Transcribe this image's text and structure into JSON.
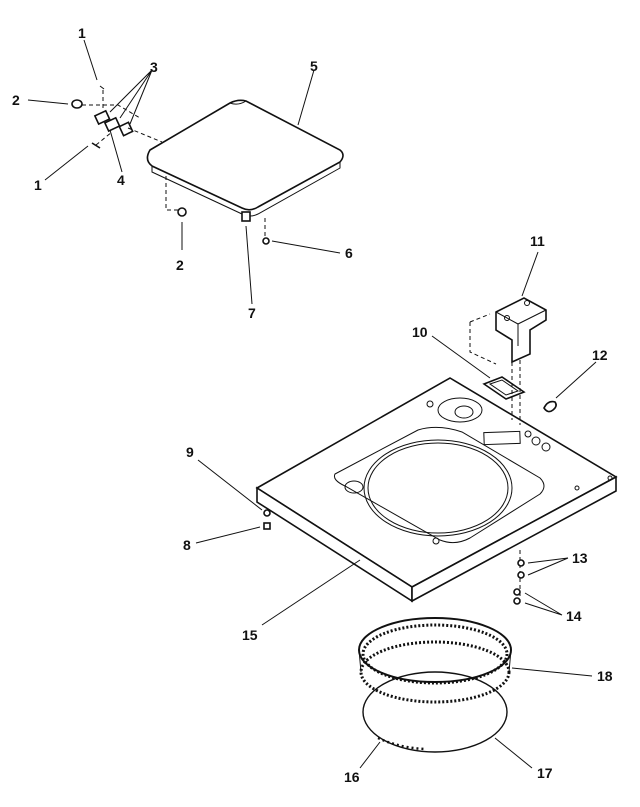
{
  "callouts": [
    {
      "id": "c1a",
      "text": "1"
    },
    {
      "id": "c1b",
      "text": "1"
    },
    {
      "id": "c2a",
      "text": "2"
    },
    {
      "id": "c2b",
      "text": "2"
    },
    {
      "id": "c3",
      "text": "3"
    },
    {
      "id": "c4",
      "text": "4"
    },
    {
      "id": "c5",
      "text": "5"
    },
    {
      "id": "c6",
      "text": "6"
    },
    {
      "id": "c7",
      "text": "7"
    },
    {
      "id": "c8",
      "text": "8"
    },
    {
      "id": "c9",
      "text": "9"
    },
    {
      "id": "c10",
      "text": "10"
    },
    {
      "id": "c11",
      "text": "11"
    },
    {
      "id": "c12",
      "text": "12"
    },
    {
      "id": "c13",
      "text": "13"
    },
    {
      "id": "c14",
      "text": "14"
    },
    {
      "id": "c15",
      "text": "15"
    },
    {
      "id": "c16",
      "text": "16"
    },
    {
      "id": "c17",
      "text": "17"
    },
    {
      "id": "c18",
      "text": "18"
    }
  ]
}
